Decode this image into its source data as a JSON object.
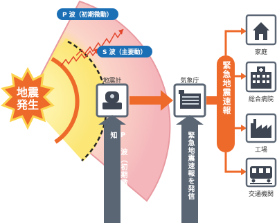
{
  "epicenter": {
    "line1": "地震",
    "line2": "発生"
  },
  "waves": {
    "p_wave": "P 波（初期微動）",
    "s_wave": "S 波（主要動）"
  },
  "seismometer": {
    "label": "地震計",
    "caption": "P 波（初期微動）を検知"
  },
  "jma": {
    "label": "気象庁",
    "caption": "緊急地震速報を発信"
  },
  "alert": {
    "label": "緊急地震速報"
  },
  "destinations": [
    {
      "label": "家庭",
      "icon": "house-icon"
    },
    {
      "label": "総合病院",
      "icon": "hospital-icon"
    },
    {
      "label": "工場",
      "icon": "factory-icon"
    },
    {
      "label": "交通機関",
      "icon": "train-icon"
    }
  ],
  "colors": {
    "orange": "#ee6a2a",
    "blue": "#1b6fb5",
    "slate": "#5b6674",
    "yellow": "#fde77a",
    "pink": "#f6c3c6"
  }
}
